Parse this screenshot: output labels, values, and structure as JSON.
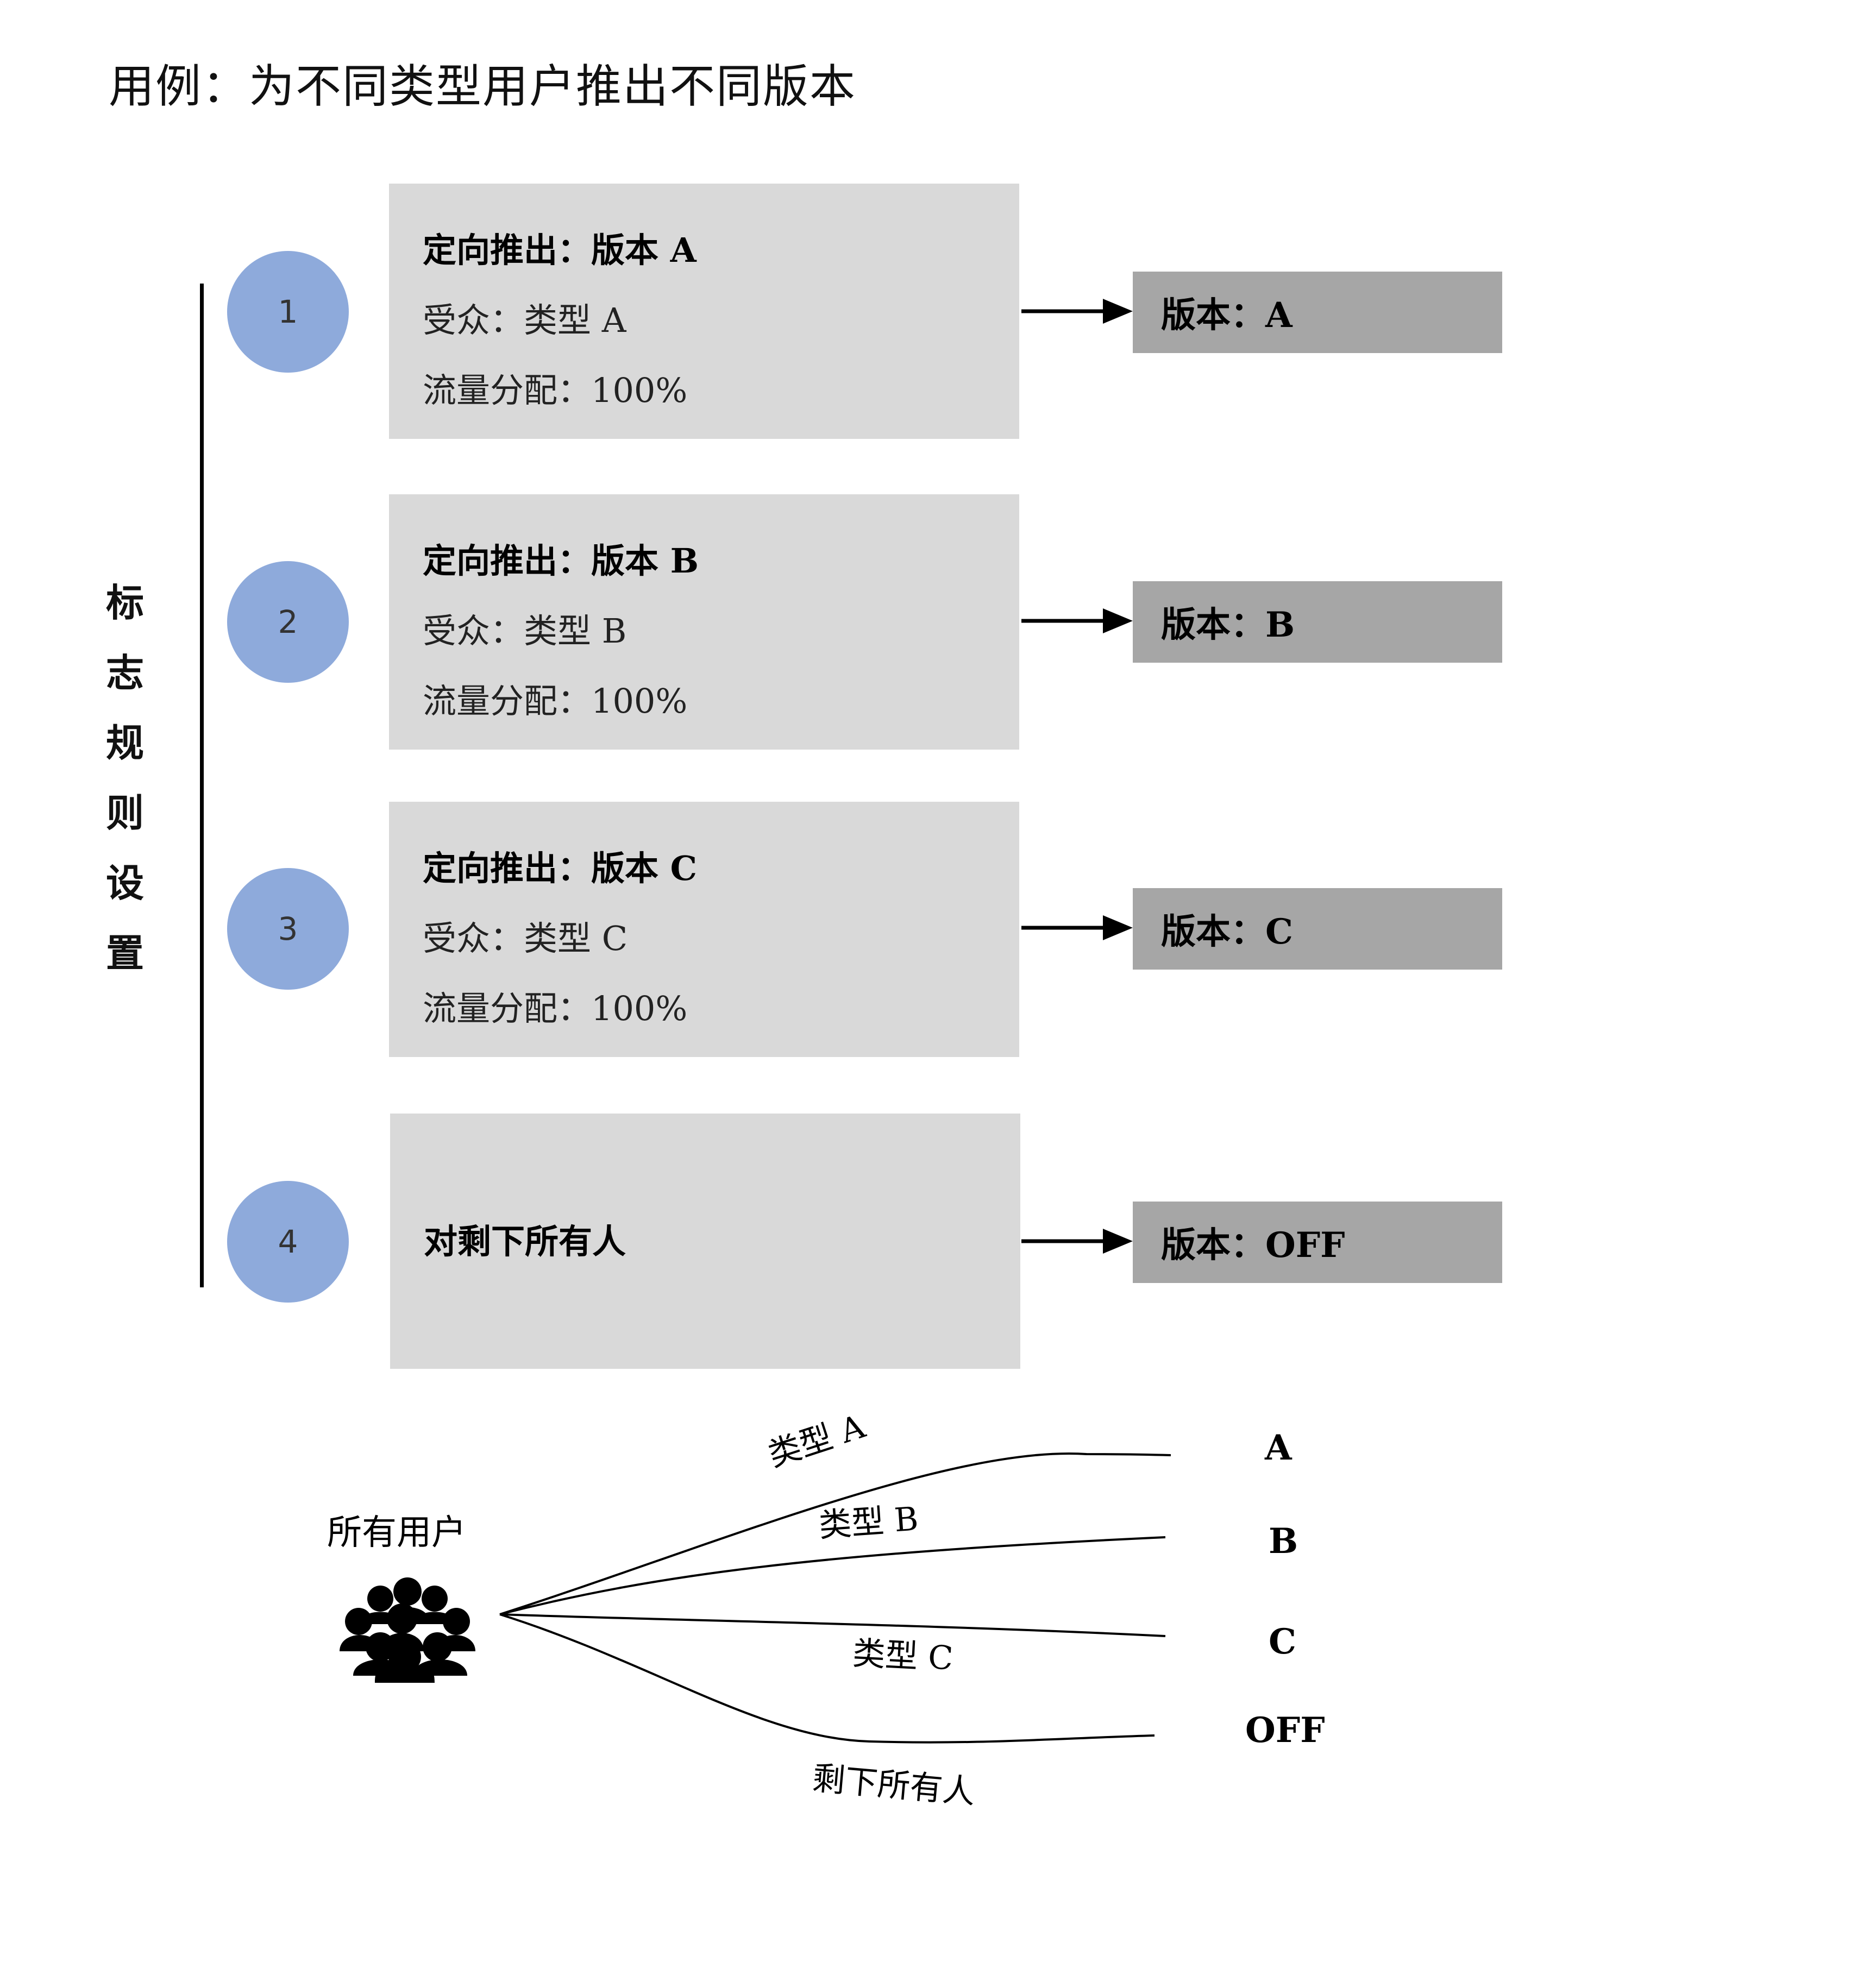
{
  "title": "用例：为不同类型用户推出不同版本",
  "side_label": [
    "标",
    "志",
    "规",
    "则",
    "设",
    "置"
  ],
  "rules": [
    {
      "number": "1",
      "title": "定向推出：版本 A",
      "audience": "受众：类型 A",
      "traffic": "流量分配：100%",
      "version": "版本：A"
    },
    {
      "number": "2",
      "title": "定向推出：版本 B",
      "audience": "受众：类型 B",
      "traffic": "流量分配：100%",
      "version": "版本：B"
    },
    {
      "number": "3",
      "title": "定向推出：版本 C",
      "audience": "受众：类型 C",
      "traffic": "流量分配：100%",
      "version": "版本：C"
    },
    {
      "number": "4",
      "title": "对剩下所有人",
      "version": "版本：OFF"
    }
  ],
  "fan": {
    "source_label": "所有用户",
    "source_icon": "group-of-users-icon",
    "branches": [
      {
        "label": "类型 A",
        "end": "A"
      },
      {
        "label": "类型 B",
        "end": "B"
      },
      {
        "label": "类型 C",
        "end": "C"
      },
      {
        "label": "剩下所有人",
        "end": "OFF"
      }
    ]
  },
  "colors": {
    "circle": "#8eaadb",
    "rule_box": "#d9d9d9",
    "version_box": "#a6a6a6",
    "line": "#000000"
  }
}
